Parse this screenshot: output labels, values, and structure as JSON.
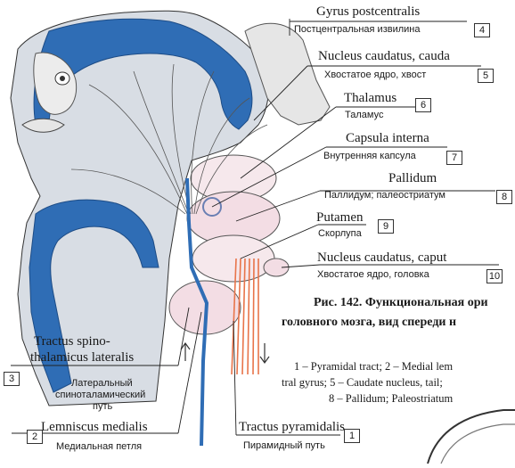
{
  "labels": {
    "gyrus_lat": "Gyrus postcentralis",
    "gyrus_ru": "Постцентральная извилина",
    "gyrus_num": "4",
    "cauda_lat": "Nucleus caudatus, cauda",
    "cauda_ru": "Хвостатое ядро, хвост",
    "cauda_num": "5",
    "thal_lat": "Thalamus",
    "thal_ru": "Таламус",
    "thal_num": "6",
    "caps_lat": "Capsula interna",
    "caps_ru": "Внутренняя капсула",
    "caps_num": "7",
    "pall_lat": "Pallidum",
    "pall_ru": "Паллидум; палеостриатум",
    "pall_num": "8",
    "put_lat": "Putamen",
    "put_ru": "Скорлупа",
    "put_num": "9",
    "caput_lat": "Nucleus caudatus, caput",
    "caput_ru": "Хвостатое ядро, головка",
    "caput_num": "10",
    "spino_lat1": "Tractus spino-",
    "spino_lat2": "thalamicus lateralis",
    "spino_ru1": "Латеральный",
    "spino_ru2": "спиноталамический",
    "spino_ru3": "путь",
    "spino_num": "3",
    "lemn_lat": "Lemniscus medialis",
    "lemn_ru": "Медиальная петля",
    "lemn_num": "2",
    "pyr_lat": "Tractus pyramidalis",
    "pyr_ru": "Пирамидный путь",
    "pyr_num": "1"
  },
  "caption": {
    "line1": "Рис. 142. Функциональная ори",
    "line2": "головного мозга, вид спереди н"
  },
  "legend": {
    "line1": "1 – Pyramidal tract; 2 – Medial lem",
    "line2": "tral gyrus; 5 – Caudate nucleus, tail;",
    "line3": "8 – Pallidum; Paleostriatum"
  },
  "colors": {
    "blue": "#2f6db5",
    "pink": "#f3dde4",
    "orange": "#e8744a",
    "line": "#222222"
  }
}
